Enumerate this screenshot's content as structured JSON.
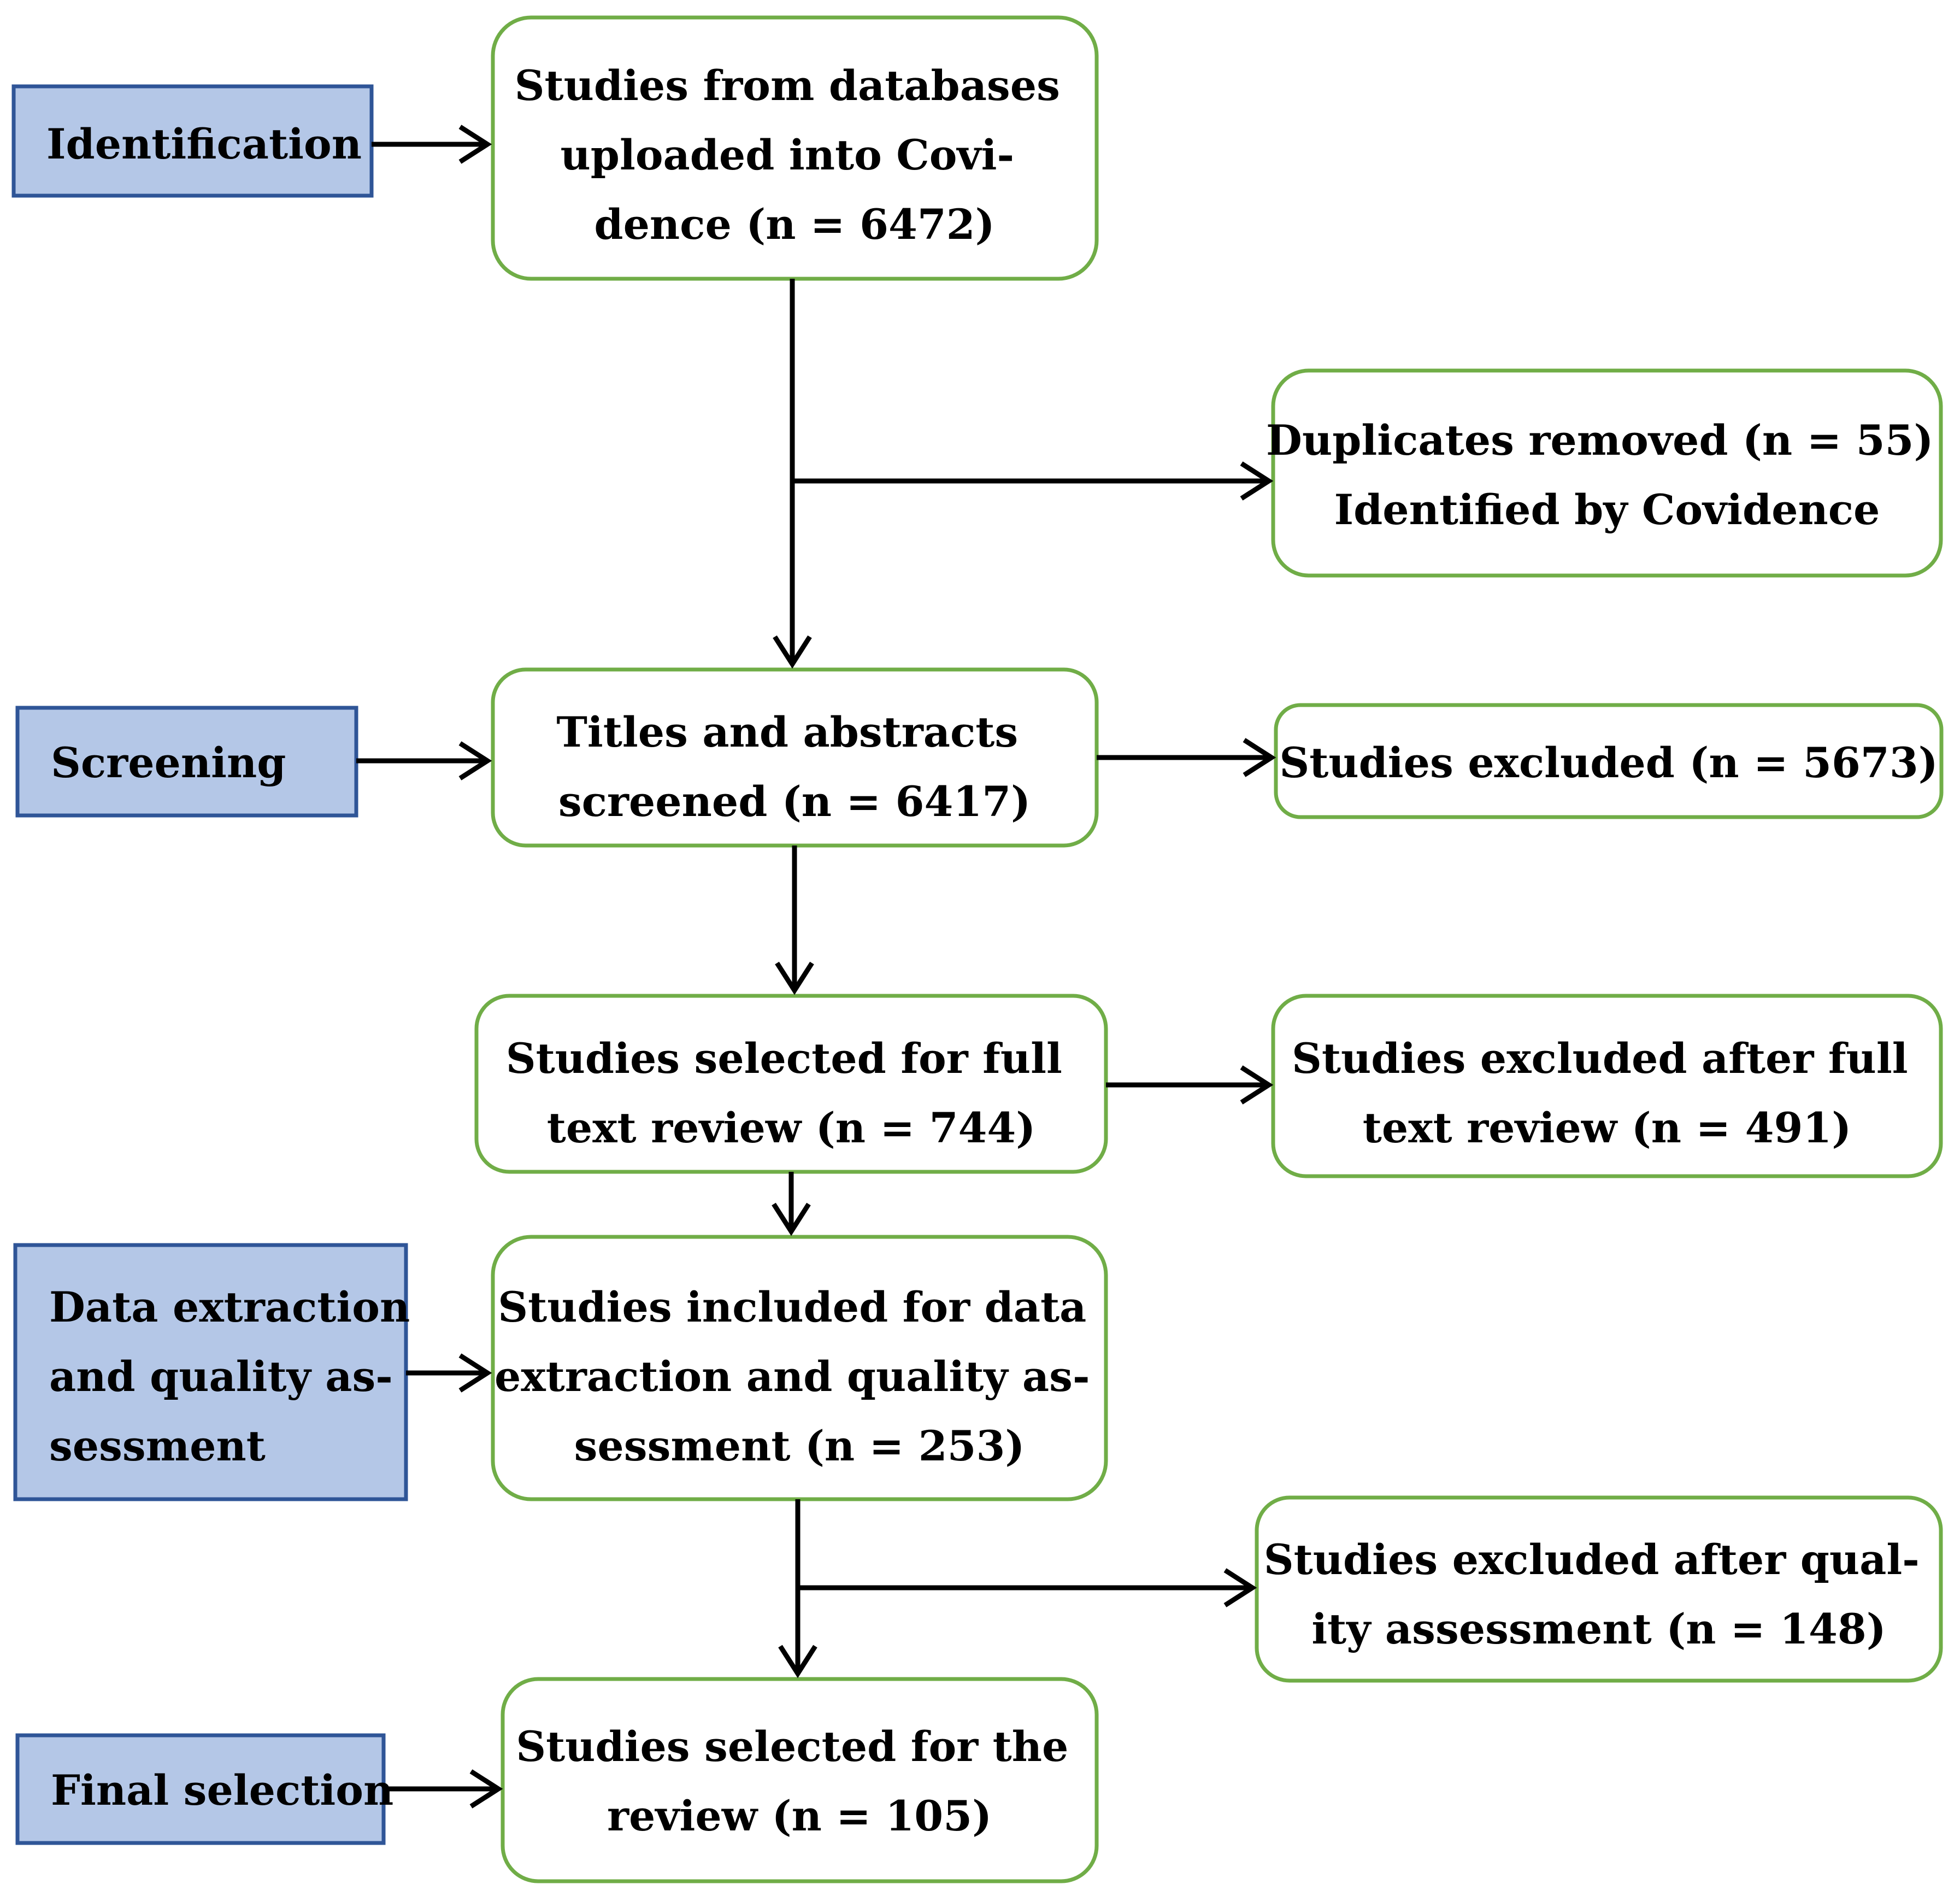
{
  "colors": {
    "stage_fill": "#b4c7e7",
    "stage_border": "#2f5597",
    "box_border": "#70ad47",
    "arrow": "#000000",
    "text": "#000000"
  },
  "stages": {
    "identification": {
      "lines": [
        "Identification"
      ]
    },
    "screening": {
      "lines": [
        "Screening"
      ]
    },
    "data_extraction": {
      "lines": [
        "Data  extraction",
        "and  quality  as-",
        "sessment"
      ]
    },
    "final_selection": {
      "lines": [
        "Final selection"
      ]
    }
  },
  "boxes": {
    "studies_uploaded": {
      "lines": [
        "Studies from databases",
        "uploaded into Covi-",
        "dence (n = 6472)"
      ]
    },
    "duplicates_removed": {
      "lines": [
        "Duplicates removed (n = 55)",
        "Identified by Covidence"
      ]
    },
    "titles_screened": {
      "lines": [
        "Titles and abstracts",
        "screened (n = 6417)"
      ]
    },
    "studies_excluded": {
      "lines": [
        "Studies excluded (n = 5673)"
      ]
    },
    "full_text_selected": {
      "lines": [
        "Studies selected for full",
        "text review (n = 744)"
      ]
    },
    "excluded_full_text": {
      "lines": [
        "Studies excluded after full",
        "text review (n = 491)"
      ]
    },
    "included_extraction": {
      "lines": [
        "Studies included for data",
        "extraction and quality as-",
        "sessment (n = 253)"
      ]
    },
    "excluded_quality": {
      "lines": [
        "Studies excluded after qual-",
        "ity assessment (n = 148)"
      ]
    },
    "final_review": {
      "lines": [
        "Studies selected for the",
        "review (n = 105)"
      ]
    }
  }
}
